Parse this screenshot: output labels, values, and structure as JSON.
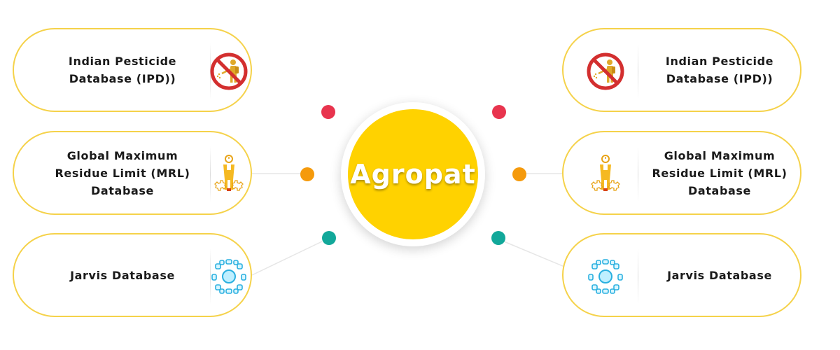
{
  "center": {
    "title": "Agropat"
  },
  "left_cards": [
    {
      "label": "Indian Pesticide Database (IPD))",
      "icon": "no-spraying-icon"
    },
    {
      "label": "Global Maximum Residue Limit (MRL) Database",
      "icon": "person-gears-icon"
    },
    {
      "label": "Jarvis Database",
      "icon": "ring-network-icon"
    }
  ],
  "right_cards": [
    {
      "label": "Indian Pesticide Database (IPD))",
      "icon": "no-spraying-icon"
    },
    {
      "label": "Global Maximum Residue Limit (MRL) Database",
      "icon": "person-gears-icon"
    },
    {
      "label": "Jarvis Database",
      "icon": "ring-network-icon"
    }
  ],
  "colors": {
    "center_fill": "#ffd200",
    "card_border": "#f5d24a",
    "dot_red": "#e8344e",
    "dot_orange": "#f59a0c",
    "dot_teal": "#12a89a"
  }
}
